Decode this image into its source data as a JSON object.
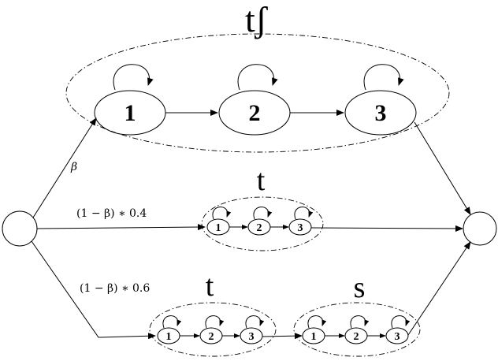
{
  "groups": {
    "top": {
      "label": "tʃ",
      "states": [
        "1",
        "2",
        "3"
      ]
    },
    "middle": {
      "label": "t",
      "states": [
        "1",
        "2",
        "3"
      ]
    },
    "bottom_left": {
      "label": "t",
      "states": [
        "1",
        "2",
        "3"
      ]
    },
    "bottom_right": {
      "label": "s",
      "states": [
        "1",
        "2",
        "3"
      ]
    }
  },
  "transitions": {
    "top": "β",
    "middle": "(1 − β) ∗ 0.4",
    "bottom": "(1 − β) ∗ 0.6"
  }
}
